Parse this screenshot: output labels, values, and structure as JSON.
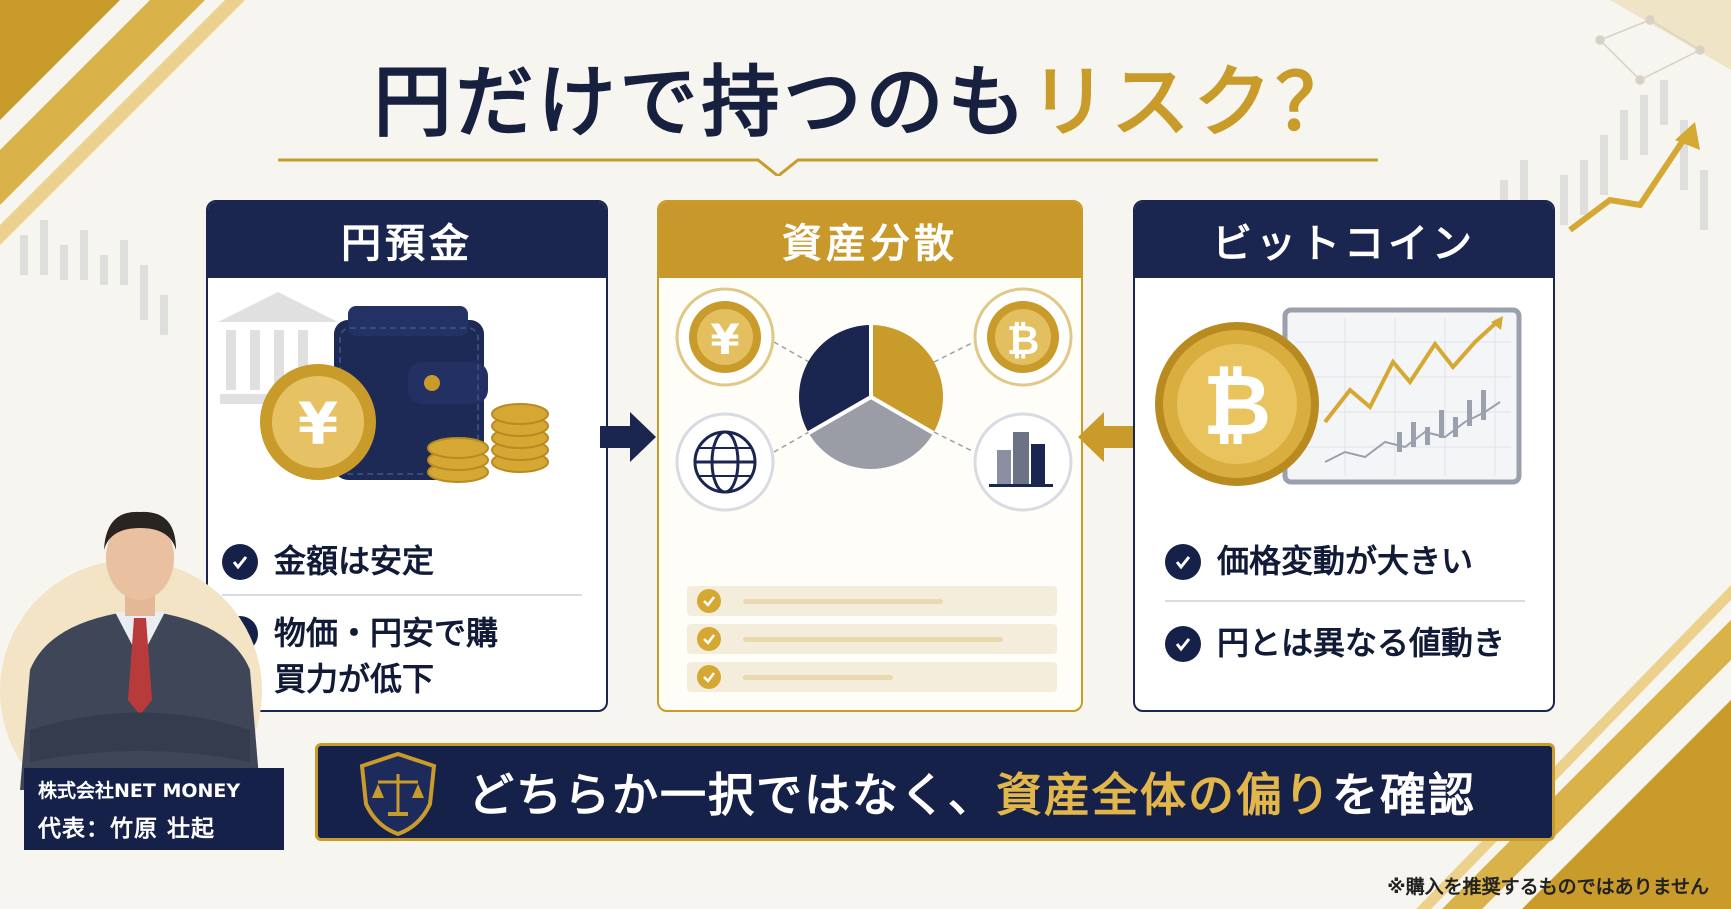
{
  "title": {
    "main": "円だけで持つのも",
    "accent": "リスク？"
  },
  "panels": {
    "yen": {
      "header": "円預金",
      "points": [
        "金額は安定",
        "物価・円安で購買力が低下"
      ]
    },
    "mix": {
      "header": "資産分散"
    },
    "btc": {
      "header": "ビットコイン",
      "points": [
        "価格変動が大きい",
        "円とは異なる値動き"
      ]
    }
  },
  "banner": {
    "text_before": "どちらか一択ではなく、",
    "text_accent": "資産全体の偏り",
    "text_after": "を確認"
  },
  "person": {
    "company": "株式会社NET MONEY",
    "name": "代表：竹原 壮起"
  },
  "disclaimer": "※購入を推奨するものではありません",
  "colors": {
    "navy": "#1a2550",
    "gold": "#c89b2a",
    "background": "#f7f5f0"
  },
  "icons": [
    "wallet-icon",
    "yen-coin-icon",
    "bank-icon",
    "bitcoin-coin-icon",
    "globe-icon",
    "buildings-icon",
    "pie-chart-icon",
    "line-chart-icon",
    "shield-scale-icon",
    "check-icon",
    "arrow-right-icon",
    "arrow-left-icon"
  ]
}
